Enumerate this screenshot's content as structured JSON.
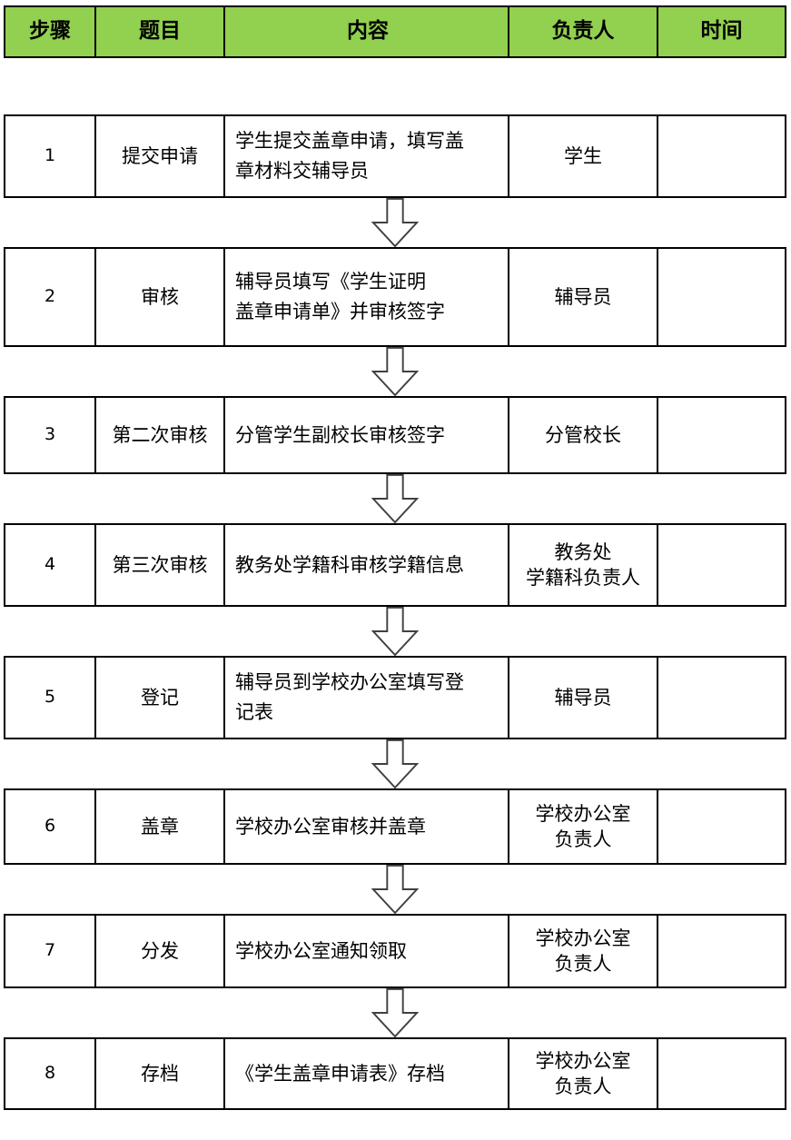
{
  "table": {
    "header": {
      "columns": [
        "步骤",
        "题目",
        "内容",
        "负责人",
        "时间"
      ]
    },
    "rows": [
      {
        "step": "1",
        "title": "提交申请",
        "content": "学生提交盖章申请，填写盖\n章材料交辅导员",
        "owner": "学生",
        "time": ""
      },
      {
        "step": "2",
        "title": "审核",
        "content": "辅导员填写《学生证明\n盖章申请单》并审核签字",
        "owner": "辅导员",
        "time": ""
      },
      {
        "step": "3",
        "title": "第二次审核",
        "content": "分管学生副校长审核签字",
        "owner": "分管校长",
        "time": ""
      },
      {
        "step": "4",
        "title": "第三次审核",
        "content": "教务处学籍科审核学籍信息",
        "owner": "教务处\n学籍科负责人",
        "time": ""
      },
      {
        "step": "5",
        "title": "登记",
        "content": "辅导员到学校办公室填写登\n记表",
        "owner": "辅导员",
        "time": ""
      },
      {
        "step": "6",
        "title": "盖章",
        "content": "学校办公室审核并盖章",
        "owner": "学校办公室\n负责人",
        "time": ""
      },
      {
        "step": "7",
        "title": "分发",
        "content": "学校办公室通知领取",
        "owner": "学校办公室\n负责人",
        "time": ""
      },
      {
        "step": "8",
        "title": "存档",
        "content": "《学生盖章申请表》存档",
        "owner": "学校办公室\n负责人",
        "time": ""
      }
    ]
  },
  "icons": {
    "between_rows": "hollow-down-arrow"
  },
  "colors": {
    "header_bg": "#92D050",
    "table_border": "#000000",
    "arrow_outline": "#404040",
    "text": "#000000"
  }
}
